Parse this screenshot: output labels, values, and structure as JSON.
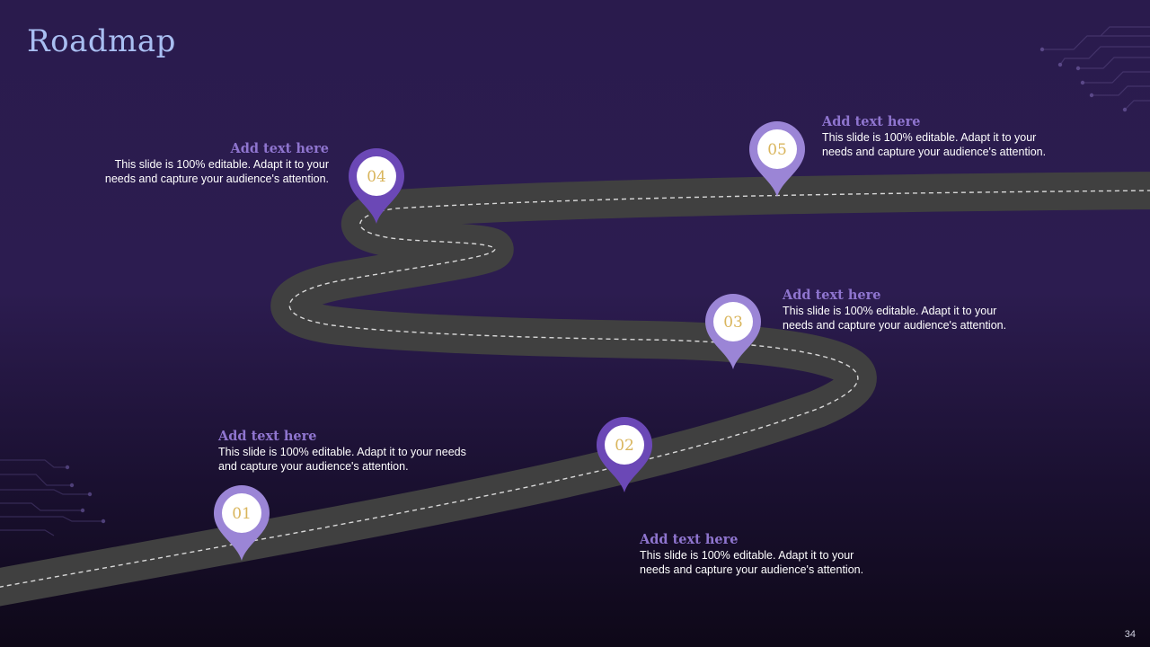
{
  "title": "Roadmap",
  "page_number": "34",
  "colors": {
    "background": "#2a1b4d",
    "road": "#404040",
    "pin_light": "#9b85d6",
    "pin_dark": "#6b48b6",
    "number": "#d9b55c",
    "heading": "#8f75cf"
  },
  "milestones": [
    {
      "number": "01",
      "heading": "Add text here",
      "text": "This slide is 100% editable. Adapt it to your needs and capture your audience's attention."
    },
    {
      "number": "02",
      "heading": "Add text here",
      "text": "This slide is 100% editable. Adapt it to your needs and capture your audience's attention."
    },
    {
      "number": "03",
      "heading": "Add text here",
      "text": "This slide is 100% editable. Adapt it to your needs and capture your audience's attention."
    },
    {
      "number": "04",
      "heading": "Add text here",
      "text": "This slide is 100% editable. Adapt it to your needs and capture your audience's attention."
    },
    {
      "number": "05",
      "heading": "Add text here",
      "text": "This slide is 100% editable. Adapt it to your needs and capture your audience's attention."
    }
  ]
}
